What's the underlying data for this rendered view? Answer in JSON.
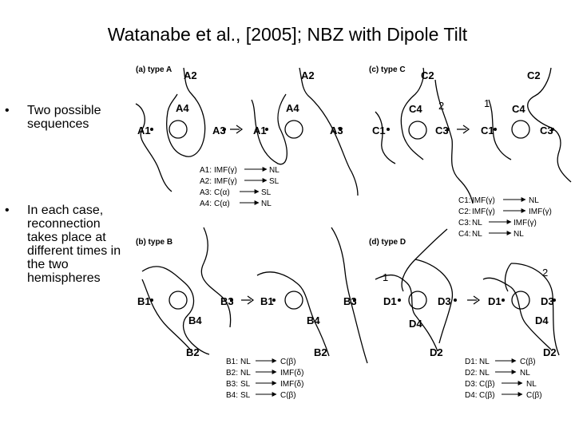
{
  "title": "Watanabe et al., [2005]; NBZ with Dipole Tilt",
  "bullets": [
    {
      "marker": "•",
      "text": "Two possible sequences"
    },
    {
      "marker": "•",
      "text": "In each case, reconnection takes place at different times in the two hemispheres"
    }
  ],
  "panels": {
    "a": {
      "label": "(a) type A",
      "legend": [
        {
          "code": "A1:",
          "from": "IMF(γ)",
          "to": "NL"
        },
        {
          "code": "A2:",
          "from": "IMF(γ)",
          "to": "SL"
        },
        {
          "code": "A3:",
          "from": "C(α)",
          "to": "SL"
        },
        {
          "code": "A4:",
          "from": "C(α)",
          "to": "NL"
        }
      ]
    },
    "b": {
      "label": "(b) type B",
      "legend": [
        {
          "code": "B1:",
          "from": "NL",
          "to": "C(β)"
        },
        {
          "code": "B2:",
          "from": "NL",
          "to": "IMF(δ)"
        },
        {
          "code": "B3:",
          "from": "SL",
          "to": "IMF(δ)"
        },
        {
          "code": "B4:",
          "from": "SL",
          "to": "C(β)"
        }
      ]
    },
    "c": {
      "label": "(c) type C",
      "legend": [
        {
          "code": "C1:",
          "from": "IMF(γ)",
          "to": "NL"
        },
        {
          "code": "C2:",
          "from": "IMF(γ)",
          "to": "IMF(γ)"
        },
        {
          "code": "C3:",
          "from": "NL",
          "to": "IMF(γ)"
        },
        {
          "code": "C4:",
          "from": "NL",
          "to": "NL"
        }
      ]
    },
    "d": {
      "label": "(d) type D",
      "legend": [
        {
          "code": "D1:",
          "from": "NL",
          "to": "C(β)"
        },
        {
          "code": "D2:",
          "from": "NL",
          "to": "NL"
        },
        {
          "code": "D3:",
          "from": "C(β)",
          "to": "NL"
        },
        {
          "code": "D4:",
          "from": "C(β)",
          "to": "C(β)"
        }
      ]
    }
  },
  "point_labels": {
    "a": [
      "A1",
      "A2",
      "A3",
      "A4"
    ],
    "b": [
      "B1",
      "B2",
      "B3",
      "B4"
    ],
    "c": [
      "C1",
      "C2",
      "C3",
      "C4"
    ],
    "d": [
      "D1",
      "D2",
      "D3",
      "D4"
    ]
  },
  "sequence_numbers": [
    "1",
    "2"
  ]
}
